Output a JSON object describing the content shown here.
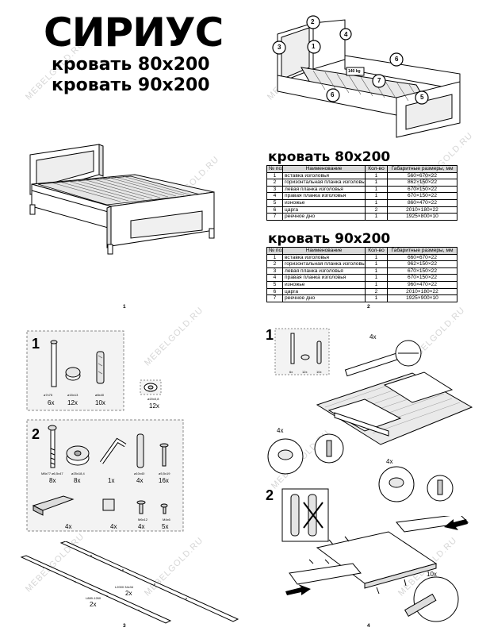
{
  "header": {
    "title": "СИРИУС",
    "subtitle_1": "кровать 80х200",
    "subtitle_2": "кровать 90х200"
  },
  "watermark": "MEBELGOLD.RU",
  "columns": {
    "num": "№ поз.",
    "name": "Наименование",
    "qty": "Кол-во",
    "dims": "Габаритные размеры, мм"
  },
  "table_80": {
    "title": "кровать 80х200",
    "rows": [
      {
        "num": "1",
        "name": "вставка изголовья",
        "qty": "1",
        "dims": "560×670×22"
      },
      {
        "num": "2",
        "name": "горизонтальная планка изголовья",
        "qty": "1",
        "dims": "862×150×22"
      },
      {
        "num": "3",
        "name": "левая планка изголовья",
        "qty": "1",
        "dims": "670×150×22"
      },
      {
        "num": "4",
        "name": "правая планка изголовья",
        "qty": "1",
        "dims": "670×150×22"
      },
      {
        "num": "5",
        "name": "изножье",
        "qty": "1",
        "dims": "860×470×22"
      },
      {
        "num": "6",
        "name": "царга",
        "qty": "2",
        "dims": "2010×180×22"
      },
      {
        "num": "7",
        "name": "реечное дно",
        "qty": "1",
        "dims": "1925×800×10"
      }
    ]
  },
  "table_90": {
    "title": "кровать 90х200",
    "rows": [
      {
        "num": "1",
        "name": "вставка изголовья",
        "qty": "1",
        "dims": "660×670×22"
      },
      {
        "num": "2",
        "name": "горизонтальная планка изголовья",
        "qty": "1",
        "dims": "962×150×22"
      },
      {
        "num": "3",
        "name": "левая планка изголовья",
        "qty": "1",
        "dims": "670×150×22"
      },
      {
        "num": "4",
        "name": "правая планка изголовья",
        "qty": "1",
        "dims": "670×150×22"
      },
      {
        "num": "5",
        "name": "изножье",
        "qty": "1",
        "dims": "960×470×22"
      },
      {
        "num": "6",
        "name": "царга",
        "qty": "2",
        "dims": "2010×180×22"
      },
      {
        "num": "7",
        "name": "реечное дно",
        "qty": "1",
        "dims": "1925×900×10"
      }
    ]
  },
  "callouts": [
    "1",
    "2",
    "3",
    "4",
    "5",
    "6",
    "7"
  ],
  "weight_label": "140 kg",
  "page_numbers": [
    "1",
    "2",
    "3",
    "4"
  ],
  "hardware": {
    "step1": "1",
    "step2": "2",
    "set1": [
      {
        "code": "ø7x75",
        "qty": "6x"
      },
      {
        "code": "ø15x13",
        "qty": "12x"
      },
      {
        "code": "ø8x40",
        "qty": "10x"
      },
      {
        "code": "ø20x0,8",
        "qty": "12x"
      }
    ],
    "set2": [
      {
        "code": "M8x77  ø6,5x47",
        "qty": "8x"
      },
      {
        "code": "ø25x18,4",
        "qty": "8x"
      },
      {
        "code": "",
        "qty": "1x"
      },
      {
        "code": "ø10x40",
        "qty": "4x"
      },
      {
        "code": "ø5,5x19",
        "qty": "16x"
      }
    ],
    "set3": [
      {
        "qty": "4x"
      },
      {
        "qty": "4x"
      },
      {
        "code": "M6x12",
        "qty": "4x"
      },
      {
        "code": "M4x6",
        "qty": "5x"
      }
    ],
    "rails": [
      {
        "code": "L2000 34x34",
        "qty": "2x"
      },
      {
        "code": "L889-1260",
        "qty": "2x"
      }
    ]
  },
  "assembly": {
    "step1": "1",
    "step2": "2",
    "mini_qty": [
      "6x",
      "12x",
      "10x"
    ],
    "qty_4x_a": "4x",
    "qty_4x_b": "4x",
    "qty_4x_c": "4x",
    "qty_10x": "10x"
  }
}
